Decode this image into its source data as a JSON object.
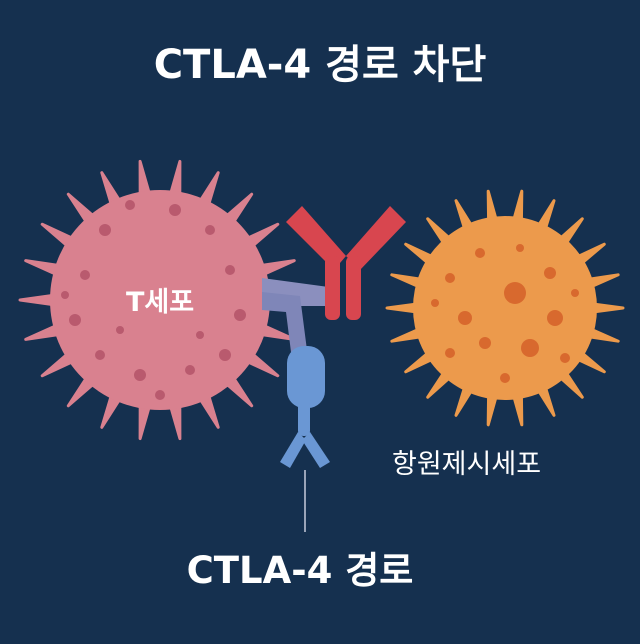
{
  "title": "CTLA-4 경로 차단",
  "labels": {
    "t_cell": "T세포",
    "apc": "항원제시세포",
    "ctla4_pathway": "CTLA-4 경로"
  },
  "colors": {
    "background": "#15304f",
    "t_cell": "#d9818f",
    "t_cell_dots": "#b95a6e",
    "apc": "#ec9a4c",
    "apc_dots": "#d8692e",
    "antibody": "#d8464f",
    "receptor": "#6a97d4",
    "connector": "#8b8fbe"
  }
}
